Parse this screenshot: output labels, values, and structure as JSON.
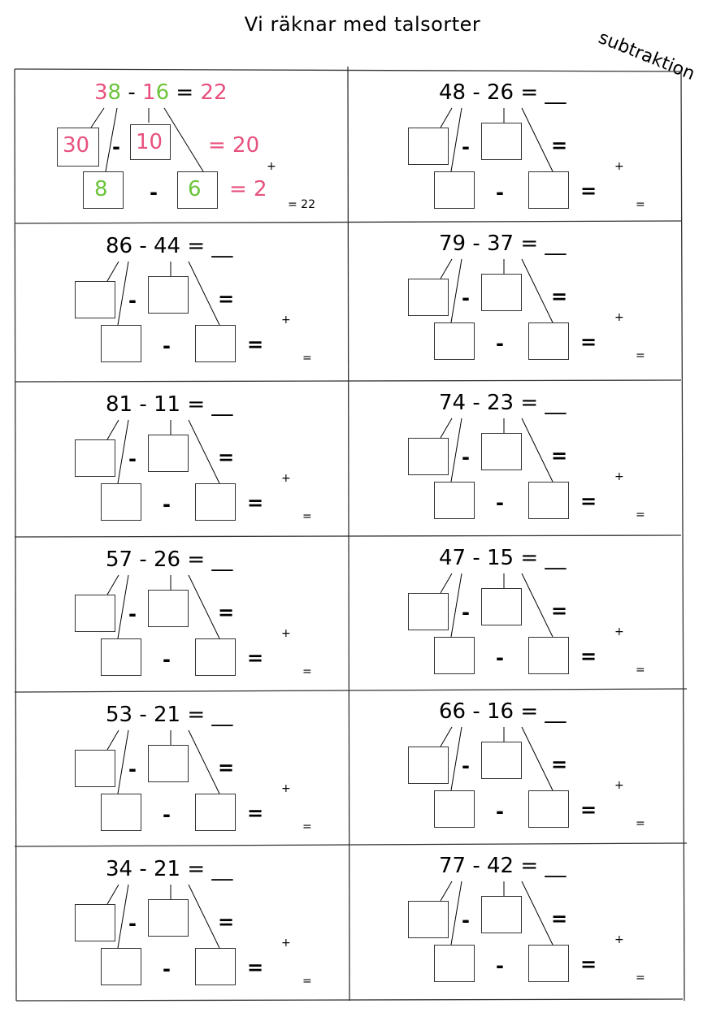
{
  "page": {
    "title": "Vi räknar med talsorter",
    "corner_label": "subtraktion"
  },
  "example": {
    "a_tens": "3",
    "a_ones": "8",
    "minus": "-",
    "b_tens": "1",
    "b_ones": "6",
    "eq": "=",
    "result": "22",
    "tens_a": "30",
    "tens_b": "10",
    "tens_eq": "= 20",
    "ones_a": "8",
    "ones_b": "6",
    "ones_eq": "= 2",
    "plus": "+",
    "total": "= 22"
  },
  "problems": [
    {
      "expr": "48 - 26 = __"
    },
    {
      "expr": "86 - 44 = __"
    },
    {
      "expr": "79 - 37 = __"
    },
    {
      "expr": "81 - 11 = __"
    },
    {
      "expr": "74 - 23 = __"
    },
    {
      "expr": "57 - 26 = __"
    },
    {
      "expr": "47 - 15 = __"
    },
    {
      "expr": "53 - 21 = __"
    },
    {
      "expr": "66 - 16 = __"
    },
    {
      "expr": "34 - 21 = __"
    },
    {
      "expr": "77 - 42 = __"
    }
  ],
  "labels": {
    "minus": "-",
    "equals": "=",
    "plus": "+"
  }
}
